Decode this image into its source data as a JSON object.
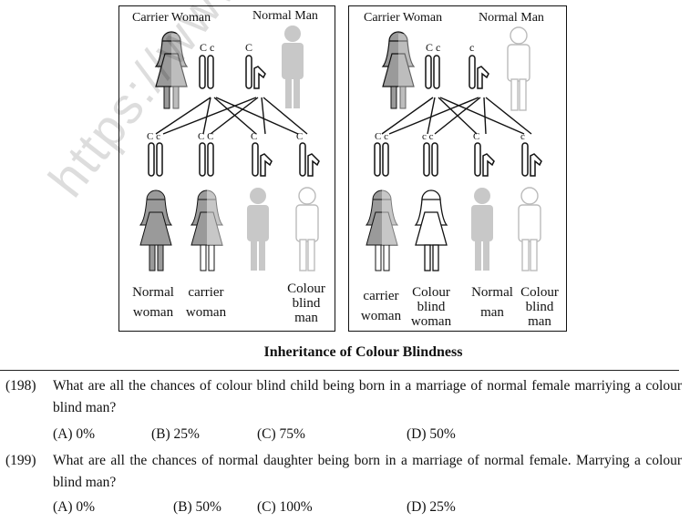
{
  "figure": {
    "title": "Inheritance of Colour Blindness",
    "left_panel": {
      "parent_labels": [
        "Carrier Woman",
        "Normal Man"
      ],
      "gene_labels": {
        "mother": "C c",
        "father": "C"
      },
      "child_genes": [
        "C c",
        "C C",
        "C",
        "C"
      ],
      "children": [
        {
          "line1": "Normal",
          "line2": "woman"
        },
        {
          "line1": "carrier",
          "line2": "woman"
        },
        {
          "line1": "",
          "line2": ""
        },
        {
          "line1": "Colour",
          "line2": "blind",
          "line3": "man"
        }
      ]
    },
    "right_panel": {
      "parent_labels": [
        "Carrier Woman",
        "Normal Man"
      ],
      "gene_labels": {
        "mother": "C c",
        "father": "c"
      },
      "child_genes": [
        "C c",
        "c c",
        "C",
        "c"
      ],
      "children": [
        {
          "line1": "carrier",
          "line2": "woman"
        },
        {
          "line1": "Colour",
          "line2": "blind",
          "line3": "woman"
        },
        {
          "line1": "Normal",
          "line2": "man"
        },
        {
          "line1": "Colour",
          "line2": "blind",
          "line3": "man"
        }
      ]
    }
  },
  "watermark": "https://www.stude",
  "questions": [
    {
      "number": "(198)",
      "text": "What are all the chances of colour blind child being born in a marriage of normal female marriying a colour blind man?",
      "options": [
        "(A) 0%",
        "(B) 25%",
        "(C) 75%",
        "(D) 50%"
      ]
    },
    {
      "number": "(199)",
      "text": "What are all the chances of normal daughter being born in a marriage of normal female. Marrying a colour blind man?",
      "options": [
        "(A) 0%",
        "(B) 50%",
        "(C) 100%",
        "(D) 25%"
      ]
    }
  ],
  "colors": {
    "ink": "#111111",
    "grey_figure": "#c8c8c8",
    "dark_figure": "#9a9a9a"
  }
}
